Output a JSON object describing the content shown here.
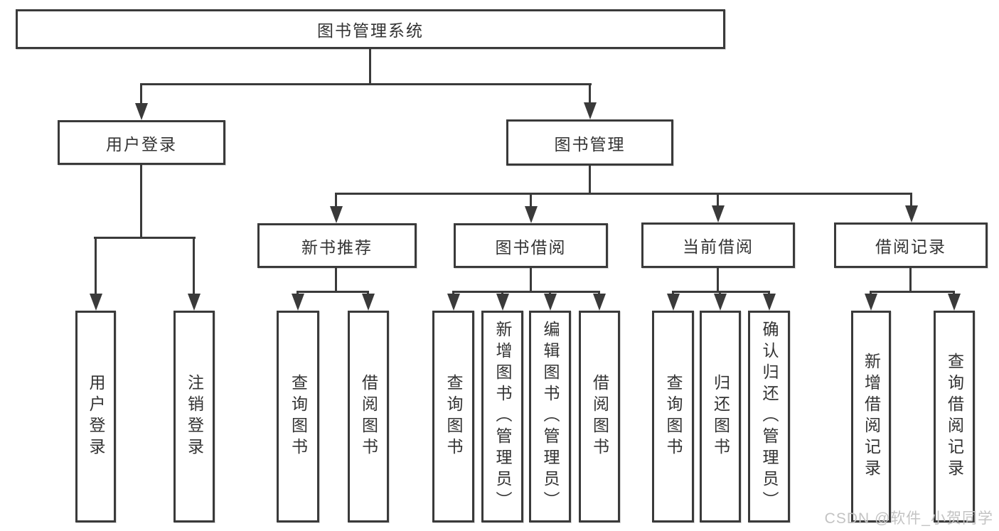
{
  "tree": {
    "root": {
      "label": "图书管理系统"
    },
    "branches": [
      {
        "label": "用户登录",
        "children": [
          {
            "label": "用户登录"
          },
          {
            "label": "注销登录"
          }
        ]
      },
      {
        "label": "图书管理",
        "children": [
          {
            "label": "新书推荐",
            "children": [
              {
                "label": "查询图书"
              },
              {
                "label": "借阅图书"
              }
            ]
          },
          {
            "label": "图书借阅",
            "children": [
              {
                "label": "查询图书"
              },
              {
                "label": "新增图书（管理员）"
              },
              {
                "label": "编辑图书（管理员）"
              },
              {
                "label": "借阅图书"
              }
            ]
          },
          {
            "label": "当前借阅",
            "children": [
              {
                "label": "查询图书"
              },
              {
                "label": "归还图书"
              },
              {
                "label": "确认归还（管理员）"
              }
            ]
          },
          {
            "label": "借阅记录",
            "children": [
              {
                "label": "新增借阅记录"
              },
              {
                "label": "查询借阅记录"
              }
            ]
          }
        ]
      }
    ]
  },
  "watermark": "CSDN @软件_小贺同学",
  "colors": {
    "line": "#3a3a3a",
    "text": "#333333",
    "canvas-bg": "#ffffff",
    "watermark": "#c3c3c3"
  }
}
